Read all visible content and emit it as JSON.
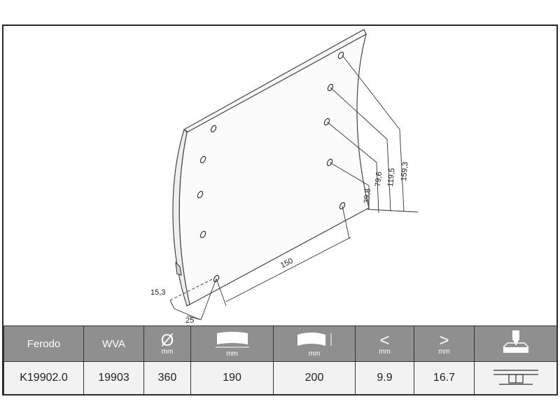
{
  "dimensions": {
    "d1": "15,3",
    "d2": "25",
    "d3": "150",
    "d4": "39,8",
    "d5": "79,6",
    "d6": "119,5",
    "d7": "159,3"
  },
  "table": {
    "headers": {
      "brand": "Ferodo",
      "wva": "WVA",
      "diameter_symbol": "Ø",
      "unit": "mm"
    },
    "values": {
      "part": "K19902.0",
      "wva": "19903",
      "diameter": "360",
      "width": "190",
      "length": "200",
      "min_thickness": "9.9",
      "max_thickness": "16.7"
    }
  },
  "colors": {
    "header_bg": "#8f8f8f",
    "row_bg": "#f2f2f2",
    "line": "#333333"
  }
}
